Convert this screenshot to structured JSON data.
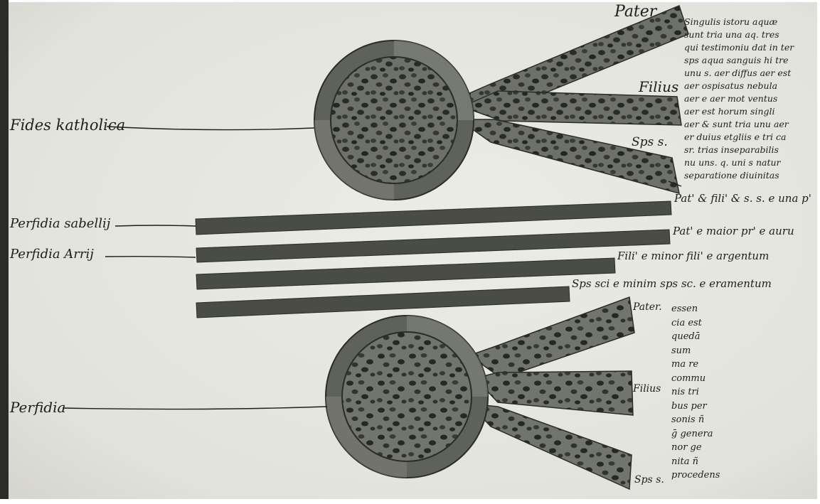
{
  "colors": {
    "parchment": "#e8e8e2",
    "ink": "#1e1e1a",
    "bar": "#4a4d46",
    "ring": "#5c5f58",
    "ring_light": "#8a8c84",
    "dot": "#2a2c28",
    "mottle": "#6b6e66"
  },
  "labels": {
    "fides_catholica": "Fides katholica",
    "perfidia_sabellii": "Perfidia sabellij",
    "perfidia_arrii": "Perfidia Arrij",
    "perfidia": "Perfidia"
  },
  "top_emblem": {
    "pater": "Pater",
    "filius": "Filius",
    "sps": "Sps s."
  },
  "bottom_emblem": {
    "pater": "Pater.",
    "filius": "Filius",
    "sps": "Sps s."
  },
  "bar_texts": {
    "bar1": "Pat' & fili' & s. s. e una p'",
    "bar2": "Pat' e maior pr' e auru",
    "bar3": "Fili' e minor fili' e argentum",
    "bar4": "Sps sci e minim sps sc. e eramentum"
  },
  "top_note_lines": [
    "Singulis istoru aquæ",
    "sunt tria una aq. tres",
    "qui testimoniu dat in ter",
    "sps aqua sanguis hi tre",
    "unu s. aer diffus aer est",
    "aer ospisatus nebula",
    "aer e aer mot ventus",
    "aer est horum singli",
    "aer & sunt tria unu aer",
    "er duius etgliis e tri ca",
    "sr. trias inseparabilis",
    "nu uns. q. uni s natur",
    "separatione diuinitas"
  ],
  "bottom_note_lines": [
    "essen",
    "cia est",
    "quedā",
    "sum",
    "ma re",
    "commu",
    "nis tri",
    "bus per",
    "sonis ñ",
    "ḡ genera",
    "nor ge",
    "nita ñ",
    "procedens"
  ]
}
